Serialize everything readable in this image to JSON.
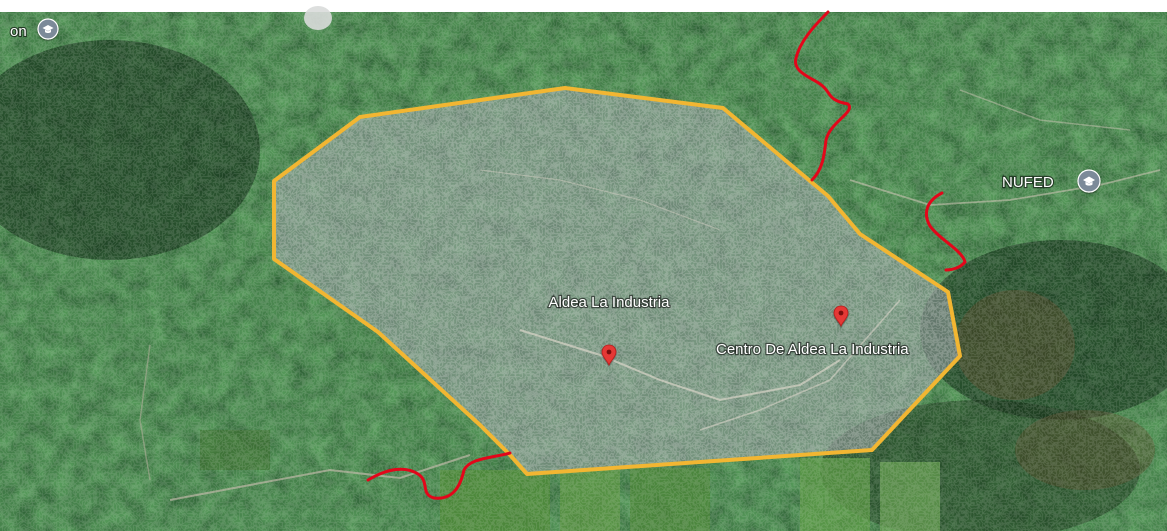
{
  "map": {
    "area": {
      "name": "Aldea La Industria",
      "outline_color": "#f2b632",
      "fill_color": "#9aa0a6"
    },
    "places": {
      "center": {
        "name": "Centro De Aldea La Industria"
      },
      "nufed": {
        "name": "NUFED"
      },
      "edge_fragment": {
        "name": "on"
      }
    },
    "pins": {
      "pin_color": "#e53935",
      "school_badge_color": "#7c8a99"
    },
    "boundary_lines": {
      "color": "#e3061a"
    },
    "icons": {
      "pin": "map-pin-icon",
      "school": "graduation-cap-icon"
    }
  }
}
